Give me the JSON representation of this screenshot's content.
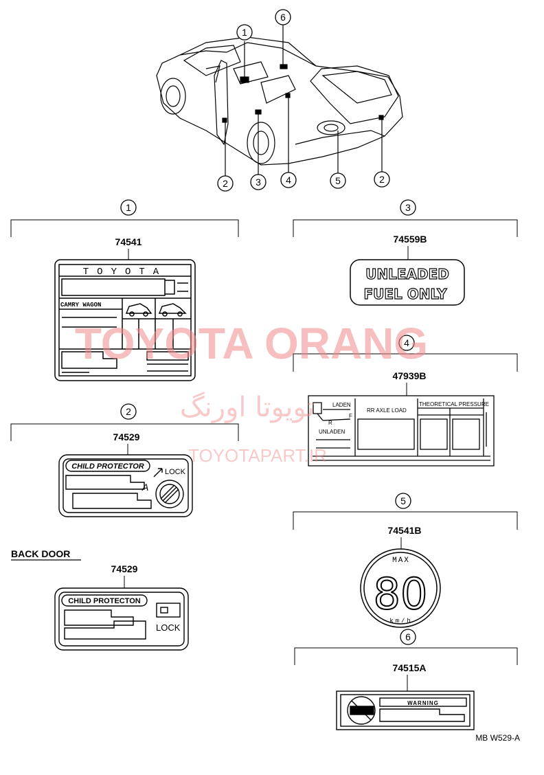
{
  "callouts": [
    "1",
    "2",
    "3",
    "4",
    "5",
    "6"
  ],
  "parts": {
    "p1": {
      "callout": "1",
      "number": "74541",
      "brand": "TOYOTA",
      "model": "CAMRY WAGON"
    },
    "p2": {
      "callout": "2",
      "number": "74529",
      "title": "CHILD PROTECTOR",
      "lock": "LOCK",
      "mark": "A"
    },
    "p3": {
      "callout": "3",
      "number": "74559B",
      "line1": "UNLEADED",
      "line2": "FUEL ONLY"
    },
    "p4": {
      "callout": "4",
      "number": "47939B",
      "laden": "LADEN",
      "unladen": "UNLADEN",
      "col1": "RR AXLE LOAD",
      "col2": "THEORETICAL PRESSURE",
      "f": "F",
      "r": "R"
    },
    "p5": {
      "callout": "5",
      "number": "74541B",
      "max": "MAX",
      "speed": "80",
      "unit": "km/h"
    },
    "p6": {
      "callout": "6",
      "number": "74515A",
      "warning": "WARNING"
    },
    "back": {
      "heading": "BACK DOOR",
      "number": "74529",
      "title": "CHILD PROTECTON",
      "lock": "LOCK"
    }
  },
  "watermark": {
    "line1": "TOYOTA ORANG",
    "line2": "تويوتا اورنگ",
    "line3": "TOYOTAPART.IR"
  },
  "code": "MB W529-A"
}
